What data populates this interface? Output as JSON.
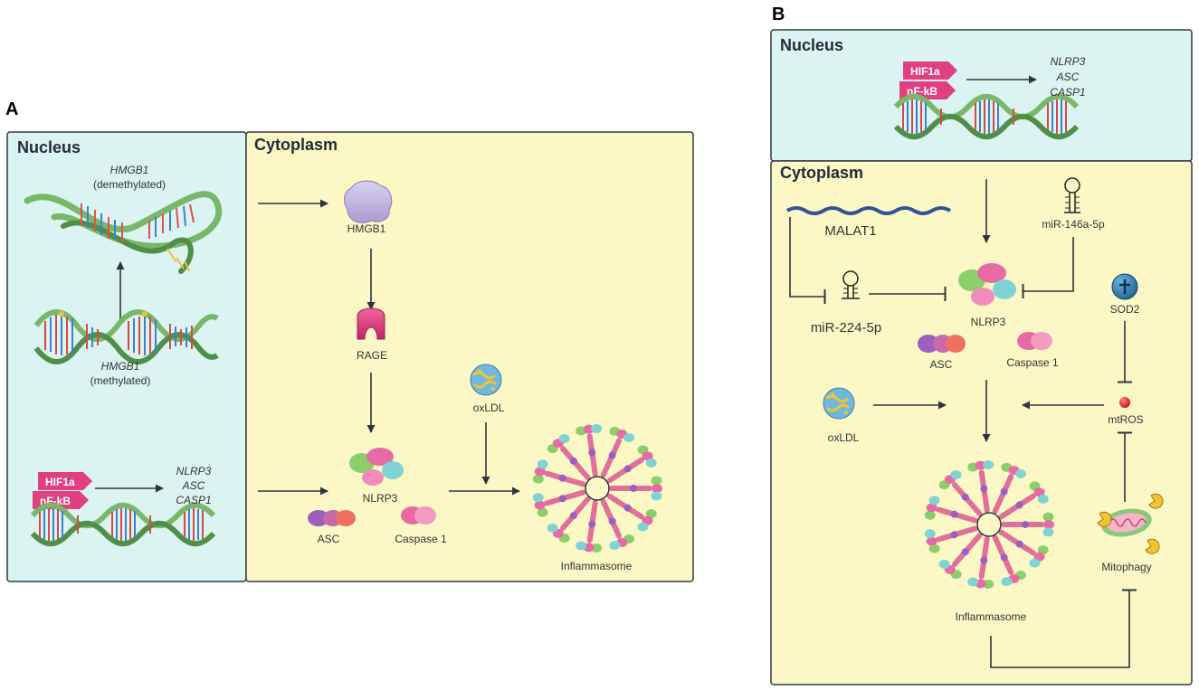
{
  "panel_a": {
    "letter": "A",
    "nucleus": {
      "title": "Nucleus",
      "hmgb1_demethylated_gene": "HMGB1",
      "hmgb1_demethylated_state": "(demethylated)",
      "hmgb1_methylated_gene": "HMGB1",
      "hmgb1_methylated_state": "(methylated)",
      "tf_1": "HIF1a",
      "tf_2": "nF-kB",
      "targets": [
        "NLRP3",
        "ASC",
        "CASP1"
      ]
    },
    "cytoplasm": {
      "title": "Cytoplasm",
      "hmgb1": "HMGB1",
      "rage": "RAGE",
      "oxldl": "oxLDL",
      "nlrp3": "NLRP3",
      "asc": "ASC",
      "caspase": "Caspase 1",
      "inflammasome": "Inflammasome"
    }
  },
  "panel_b": {
    "letter": "B",
    "nucleus": {
      "title": "Nucleus",
      "tf_1": "HIF1a",
      "tf_2": "nF-kB",
      "targets": [
        "NLRP3",
        "ASC",
        "CASP1"
      ]
    },
    "cytoplasm": {
      "title": "Cytoplasm",
      "malat1": "MALAT1",
      "mir146": "miR-146a-5p",
      "mir224": "miR-224-5p",
      "nlrp3": "NLRP3",
      "sod2": "SOD2",
      "asc": "ASC",
      "caspase": "Caspase 1",
      "oxldl": "oxLDL",
      "mtros": "mtROS",
      "inflammasome": "Inflammasome",
      "mitophagy": "Mitophagy"
    }
  },
  "colors": {
    "nucleus_fill": "#dbf3f1",
    "cytoplasm_fill": "#fbf8c6",
    "panel_border": "#2f3a44",
    "tf_pill": "#e0407f",
    "dna_green": "#79b86a",
    "arrow": "#2c3440"
  }
}
